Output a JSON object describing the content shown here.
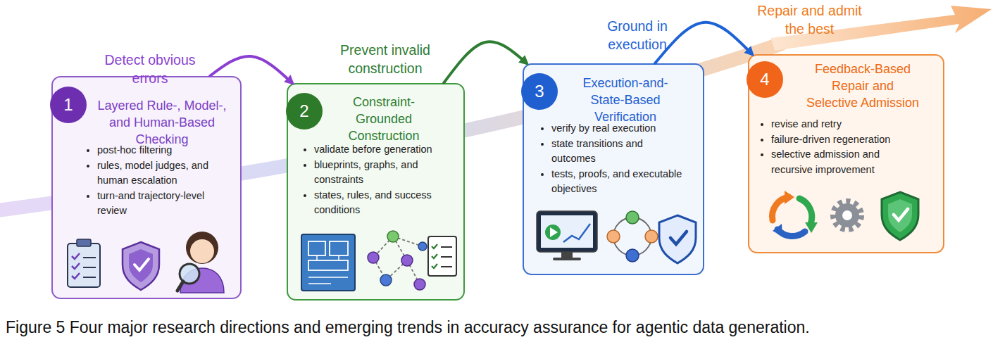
{
  "diagram": {
    "caption": "Figure 5 Four major research directions and emerging trends in accuracy assurance for agentic data generation.",
    "nodes": [
      {
        "text": [
          "Layered Rule-, Model-, and Human-Based Checking",
          "post-hoc filtering",
          "rules, model judges, and human escalation",
          "turn-and trajectory-level review"
        ]
      },
      {
        "text": [
          "1"
        ],
        "in": 0
      },
      {
        "text": [
          "Constraint- Grounded Construction",
          "validate before generation",
          "blueprints, graphs, and constraints",
          "states, rules, and success conditions"
        ]
      },
      {
        "text": [
          "2"
        ],
        "in": 2
      },
      {
        "text": [
          "Execution-and- State-Based Verification",
          "verify by real execution",
          "state transitions and outcomes",
          "tests, proofs, and executable objectives"
        ]
      },
      {
        "text": [
          "3"
        ],
        "in": 4
      },
      {
        "text": [
          "Feedback-Based Repair and Selective Admission",
          "revise and retry",
          "failure-driven regeneration",
          "selective admission and recursive improvement"
        ]
      },
      {
        "text": [
          "4"
        ],
        "in": 6
      }
    ],
    "edges": [
      {
        "from": 0,
        "to": 2,
        "label": "Detect obvious errors",
        "arrow": "to"
      },
      {
        "from": 2,
        "to": 4,
        "label": "Prevent invalid construction",
        "arrow": "to"
      },
      {
        "from": 4,
        "to": 6,
        "label": "Ground in execution",
        "arrow": "to"
      }
    ],
    "labels": [
      "Repair and admit the best"
    ]
  }
}
